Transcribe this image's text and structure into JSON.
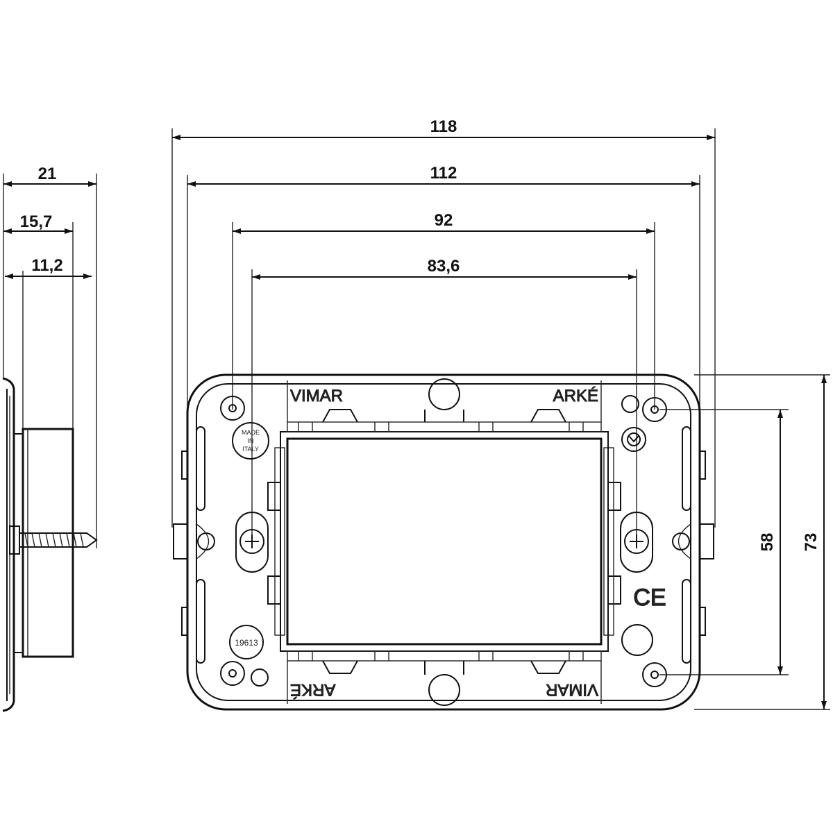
{
  "dimensions": {
    "side_total": "21",
    "side_mid": "15,7",
    "side_inner": "11,2",
    "front_118": "118",
    "front_112": "112",
    "front_92": "92",
    "front_83": "83,6",
    "height_58": "58",
    "height_73": "73"
  },
  "markings": {
    "brand_top": "VIMAR",
    "series_top": "ARKÉ",
    "brand_bottom": "VIMAR",
    "series_bottom": "ARKÉ",
    "made_line1": "MADE",
    "made_line2": "IN",
    "made_line3": "ITALY",
    "part_number": "19613",
    "ce_mark": "CE"
  }
}
